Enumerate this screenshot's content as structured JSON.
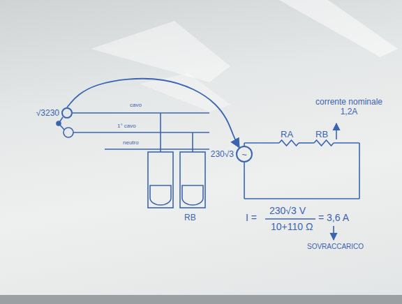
{
  "diagram": {
    "nodes": [
      {
        "text": [
          "√3230"
        ]
      },
      {
        "text": [
          "~",
          "230√3"
        ]
      }
    ],
    "edges": [
      {
        "from": 0,
        "to": 1,
        "arrow": "to"
      }
    ],
    "labels": [
      "cavo",
      "1° cavo",
      "neutro",
      "RB",
      "RA",
      "RB",
      "corrente nominale 1,2A",
      "I =",
      "230√3 V",
      "10+110 Ω",
      "= 3,6 A",
      "SOVRACCARICO"
    ]
  }
}
